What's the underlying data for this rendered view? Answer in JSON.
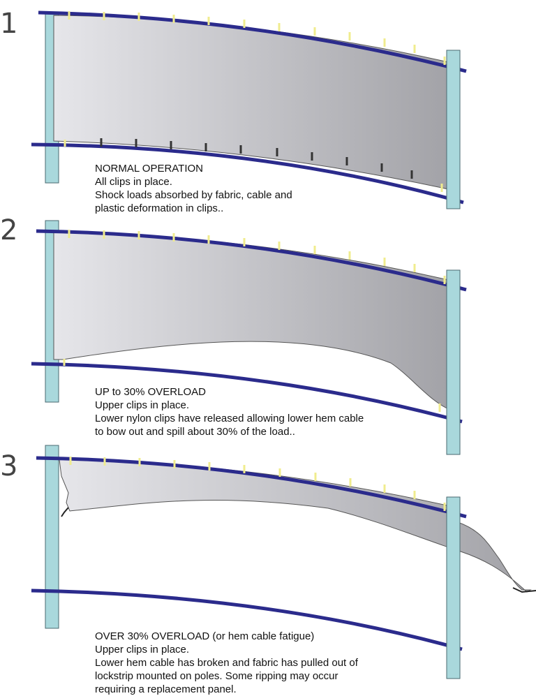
{
  "stages": [
    {
      "number": "1",
      "caption": [
        "NORMAL OPERATION",
        "All clips in place.",
        "Shock loads absorbed by fabric, cable and",
        "plastic deformation in clips.."
      ]
    },
    {
      "number": "2",
      "caption": [
        "UP to 30% OVERLOAD",
        "Upper clips in place.",
        "Lower nylon clips have released allowing lower hem cable",
        "to bow out and spill about 30% of the load.."
      ]
    },
    {
      "number": "3",
      "caption": [
        "OVER 30% OVERLOAD (or hem cable fatigue)",
        "Upper clips in place.",
        "Lower hem cable has broken and fabric has pulled out of",
        "lockstrip mounted on poles. Some ripping may occur",
        "requiring a replacement panel."
      ]
    }
  ],
  "colors": {
    "cable": "#2b2b8c",
    "pole": "#a9d8dc",
    "pole_border": "#4a6a70",
    "fabric_light": "#e4e4e8",
    "fabric_dark": "#a3a3a8",
    "clip_yellow": "#f0ec8e",
    "clip_black": "#333333"
  }
}
